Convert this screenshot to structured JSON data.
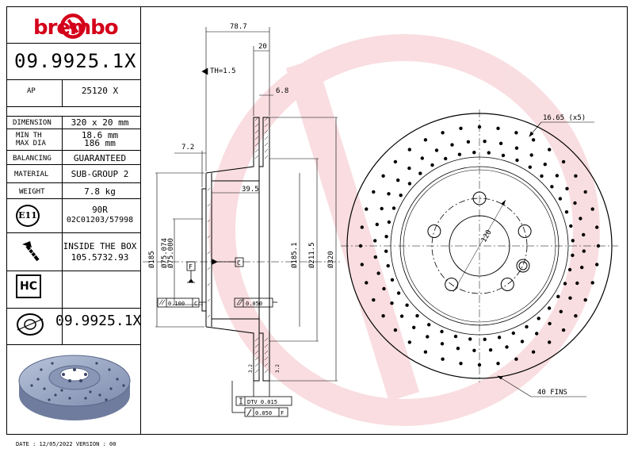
{
  "brand": {
    "name": "brembo",
    "color": "#d4001a"
  },
  "part_number": "09.9925.1X",
  "specs": {
    "ap_label": "AP",
    "ap_value": "25120 X",
    "dimension_label": "DIMENSION",
    "dimension_value": "320 x 20 mm",
    "min_th_label": "MIN TH",
    "min_th_value": "18.6 mm",
    "max_dia_label": "MAX DIA",
    "max_dia_value": "186 mm",
    "balancing_label": "BALANCING",
    "balancing_value": "GUARANTEED",
    "material_label": "MATERIAL",
    "material_value": "SUB-GROUP 2",
    "weight_label": "WEIGHT",
    "weight_value": "7.8 kg",
    "e11_label": "E11",
    "e11_line1": "90R",
    "e11_line2": "02C01203/57998",
    "box_line1": "INSIDE THE BOX",
    "box_line2": "105.5732.93",
    "hc_label": "HC",
    "footer_code": "09.9925.1X"
  },
  "footer": {
    "date": "DATE : 12/05/2022 VERSION : 00"
  },
  "drawing": {
    "dim_78_7": "78.7",
    "dim_20": "20",
    "dim_th": "TH=1.5",
    "dim_6_8": "6.8",
    "dim_7_2": "7.2",
    "dim_39_5": "39.5",
    "dim_185": "Ø185",
    "dim_75_074": "Ø75.074",
    "dim_75_000": "Ø75.000",
    "dim_185_1": "Ø185.1",
    "dim_211_5": "Ø211.5",
    "dim_320": "Ø320",
    "datum_f": "F",
    "datum_c": "C",
    "tol_perp": "0.100",
    "tol_perp_ref": "C",
    "tol_flat": "0.050",
    "dtv_label": "DTV 0.015",
    "runout_label": "0.050",
    "runout_ref": "F",
    "holes_label": "16.65 (x5)",
    "pcd_label": "120",
    "fins_label": "40 FINS",
    "finish_label": "3.2"
  }
}
